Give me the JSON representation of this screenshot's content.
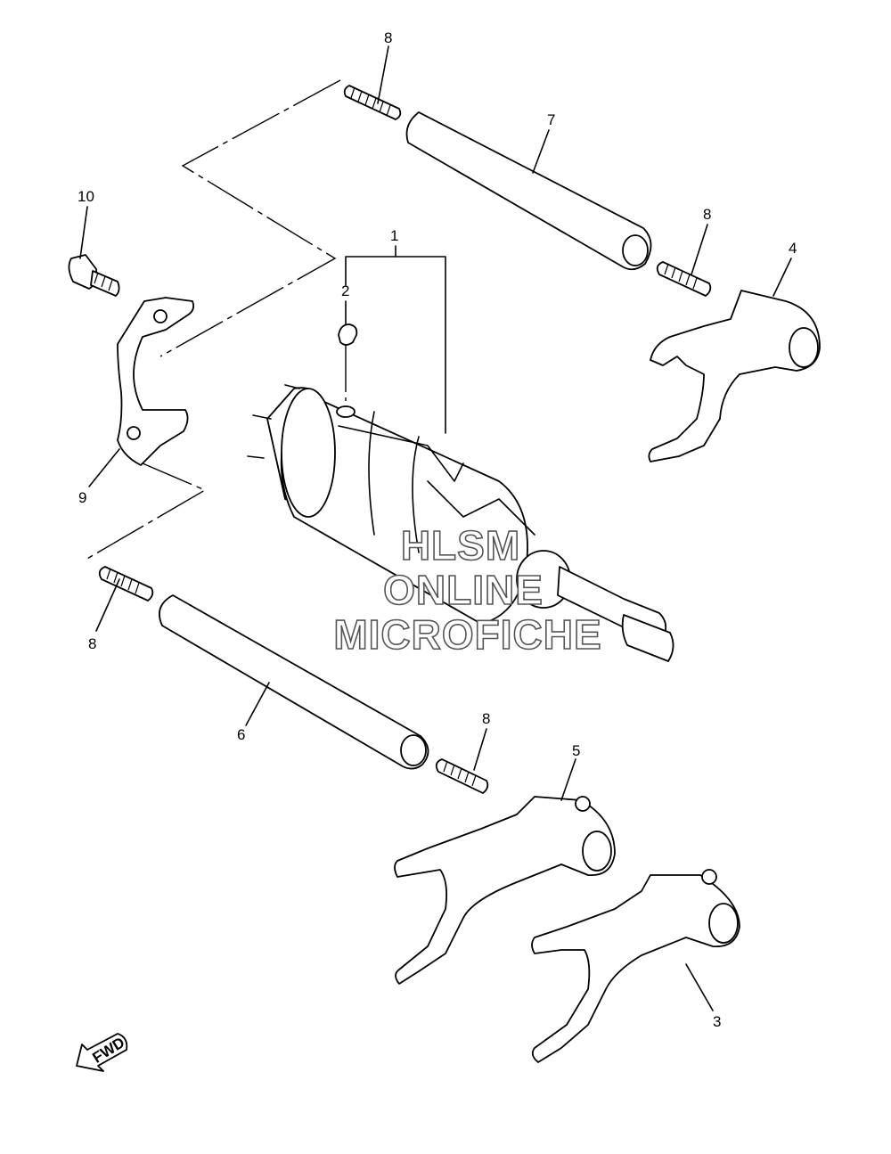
{
  "diagram": {
    "callouts": [
      {
        "id": "c1",
        "label": "1"
      },
      {
        "id": "c2",
        "label": "2"
      },
      {
        "id": "c3",
        "label": "3"
      },
      {
        "id": "c4",
        "label": "4"
      },
      {
        "id": "c5",
        "label": "5"
      },
      {
        "id": "c6",
        "label": "6"
      },
      {
        "id": "c7",
        "label": "7"
      },
      {
        "id": "c8a",
        "label": "8"
      },
      {
        "id": "c8b",
        "label": "8"
      },
      {
        "id": "c8c",
        "label": "8"
      },
      {
        "id": "c8d",
        "label": "8"
      },
      {
        "id": "c9",
        "label": "9"
      },
      {
        "id": "c10",
        "label": "10"
      }
    ],
    "fwd_label": "FWD",
    "watermark": [
      "HLSM",
      "ONLINE",
      "MICROFICHE"
    ]
  }
}
